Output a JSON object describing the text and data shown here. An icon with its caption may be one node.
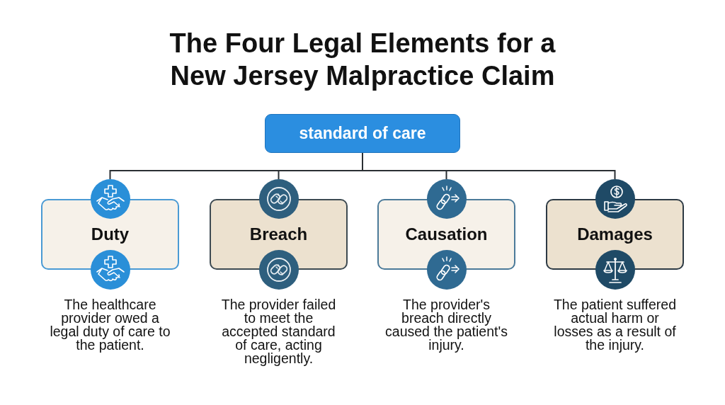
{
  "diagram": {
    "title": "The Four Legal Elements for a New Jersey Malpractice Claim",
    "nodes": [
      {
        "text": [
          "standard of care"
        ]
      },
      {
        "text": [
          "Duty"
        ],
        "beside": [
          "The healthcare provider owed a legal duty of care to the patient."
        ]
      },
      {
        "text": [
          "Breach"
        ],
        "beside": [
          "The provider failed to meet the accepted standard of care, acting negligently."
        ]
      },
      {
        "text": [
          "Causation"
        ],
        "beside": [
          "The provider's breach directly caused the patient's injury."
        ]
      },
      {
        "text": [
          "Damages"
        ],
        "beside": [
          "The patient suffered actual harm or losses as a result of the injury."
        ]
      }
    ],
    "edges": [
      {
        "from": 0,
        "to": 1,
        "arrow": "none"
      },
      {
        "from": 0,
        "to": 2,
        "arrow": "none"
      },
      {
        "from": 0,
        "to": 3,
        "arrow": "none"
      },
      {
        "from": 0,
        "to": 4,
        "arrow": "none"
      }
    ]
  }
}
